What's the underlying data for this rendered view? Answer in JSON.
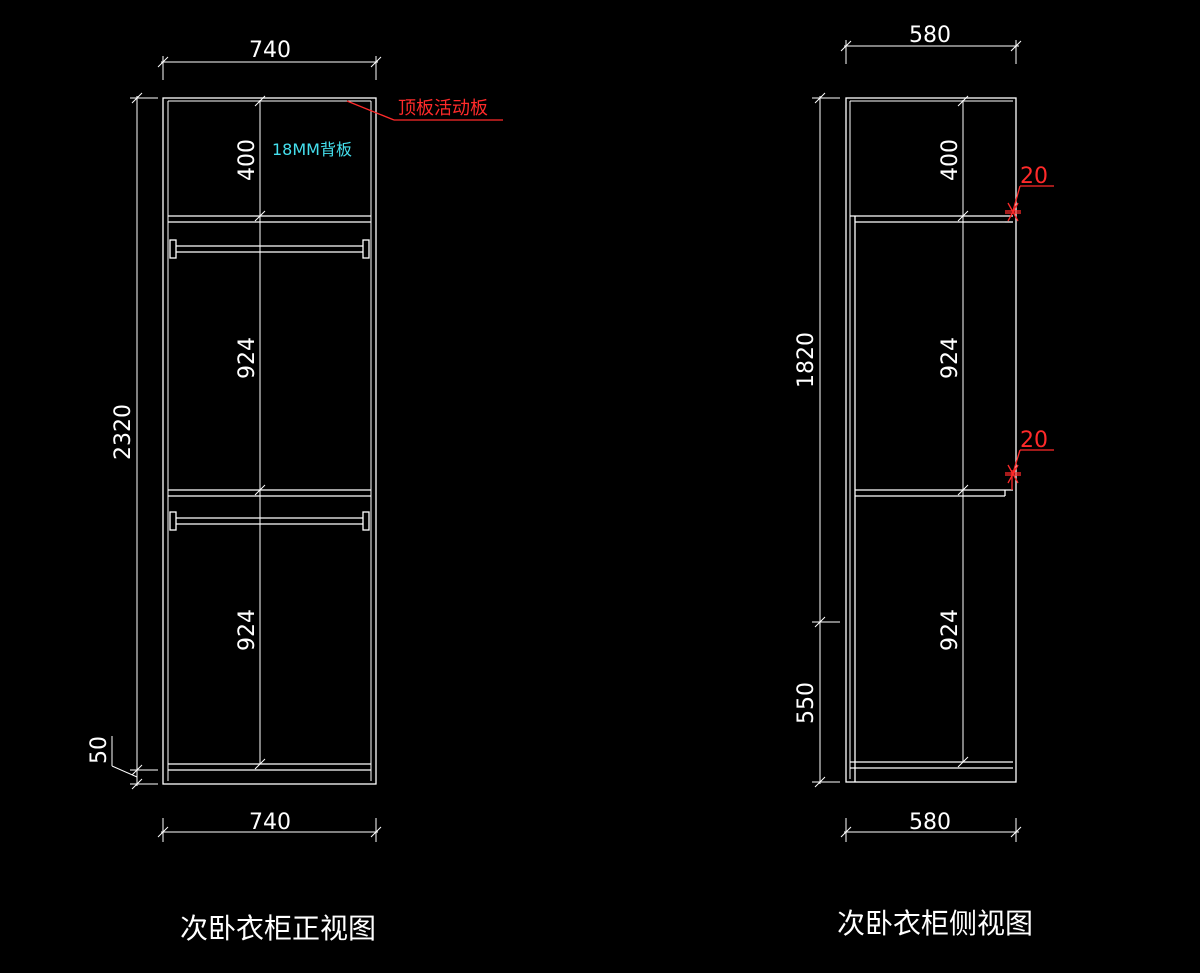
{
  "front_view": {
    "title": "次卧衣柜正视图",
    "width_top": "740",
    "width_bottom": "740",
    "total_height": "2320",
    "base_height": "50",
    "section_top": "400",
    "section_middle": "924",
    "section_bottom": "924",
    "note_top_panel": "顶板活动板",
    "note_back_panel": "18MM背板"
  },
  "side_view": {
    "title": "次卧衣柜侧视图",
    "width_top": "580",
    "width_bottom": "580",
    "height_upper": "1820",
    "height_lower": "550",
    "section_top": "400",
    "section_middle": "924",
    "section_bottom": "924",
    "gap_upper": "20",
    "gap_lower": "20"
  },
  "colors": {
    "background": "#000000",
    "lines": "#ffffff",
    "annotation_red": "#ff2a2a",
    "annotation_cyan": "#45e0ee"
  }
}
